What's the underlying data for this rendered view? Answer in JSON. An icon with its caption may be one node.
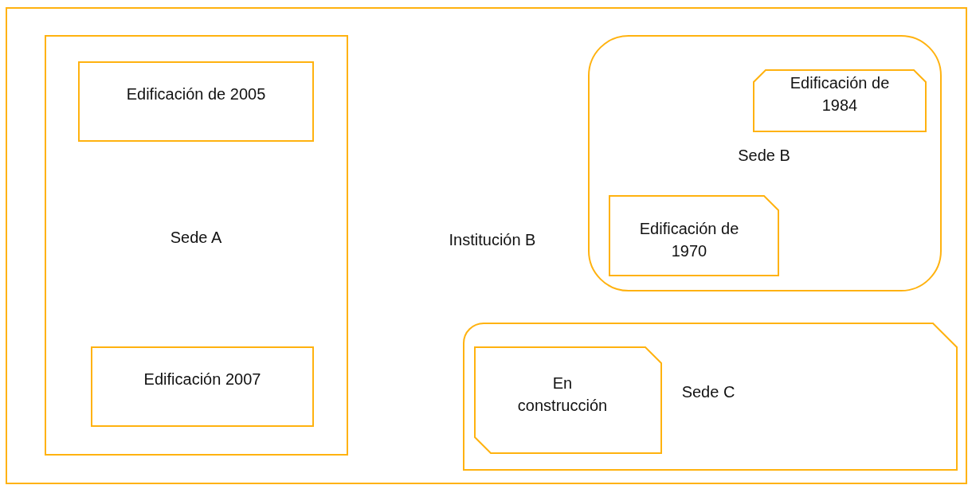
{
  "diagram": {
    "nodes": [
      {
        "text": [
          "Institución B"
        ]
      },
      {
        "text": [
          "Sede A"
        ],
        "in": 0
      },
      {
        "text": [
          "Edificación de 2005"
        ],
        "in": 1
      },
      {
        "text": [
          "Edificación 2007"
        ],
        "in": 1
      },
      {
        "text": [
          "Sede B"
        ],
        "in": 0
      },
      {
        "text": [
          "Edificación de 1984"
        ],
        "in": 4
      },
      {
        "text": [
          "Edificación de 1970"
        ],
        "in": 4
      },
      {
        "text": [
          "Sede C"
        ],
        "in": 0
      },
      {
        "text": [
          "En construcción"
        ],
        "in": 7
      }
    ]
  }
}
